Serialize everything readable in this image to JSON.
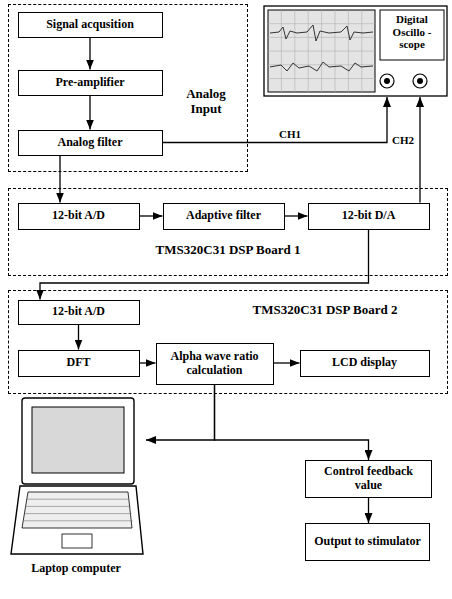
{
  "diagram": {
    "nodes": [
      {
        "text": [
          "Analog Input"
        ]
      },
      {
        "text": [
          "Signal acqusition"
        ],
        "in": 0
      },
      {
        "text": [
          "Pre-amplifier"
        ],
        "in": 0
      },
      {
        "text": [
          "Analog filter"
        ],
        "in": 0
      },
      {
        "text": [
          "Digital Oscillo -scope"
        ]
      },
      {
        "text": [
          "TMS320C31 DSP Board 1"
        ]
      },
      {
        "text": [
          "12-bit A/D"
        ],
        "in": 5
      },
      {
        "text": [
          "Adaptive filter"
        ],
        "in": 5
      },
      {
        "text": [
          "12-bit D/A"
        ],
        "in": 5
      },
      {
        "text": [
          "TMS320C31 DSP Board 2"
        ]
      },
      {
        "text": [
          "12-bit A/D"
        ],
        "in": 9
      },
      {
        "text": [
          "DFT"
        ],
        "in": 9
      },
      {
        "text": [
          "Alpha wave ratio calculation"
        ],
        "in": 9
      },
      {
        "text": [
          "LCD display"
        ],
        "in": 9
      },
      {
        "text": [
          "Laptop computer"
        ]
      },
      {
        "text": [
          "Control feedback value"
        ]
      },
      {
        "text": [
          "Output to stimulator"
        ]
      }
    ],
    "edges": [
      {
        "from": 1,
        "to": 2,
        "arrow": "to"
      },
      {
        "from": 2,
        "to": 3,
        "arrow": "to"
      },
      {
        "from": 3,
        "to": 4,
        "label": "CH1",
        "arrow": "to"
      },
      {
        "from": 3,
        "to": 6,
        "arrow": "to"
      },
      {
        "from": 6,
        "to": 7,
        "arrow": "to"
      },
      {
        "from": 7,
        "to": 8,
        "arrow": "to"
      },
      {
        "from": 8,
        "to": 4,
        "label": "CH2",
        "arrow": "to"
      },
      {
        "from": 8,
        "to": 10,
        "arrow": "to"
      },
      {
        "from": 10,
        "to": 11,
        "arrow": "to"
      },
      {
        "from": 11,
        "to": 12,
        "arrow": "to"
      },
      {
        "from": 12,
        "to": 13,
        "arrow": "to"
      },
      {
        "from": 12,
        "to": 14,
        "arrow": "to"
      },
      {
        "from": 12,
        "to": 15,
        "arrow": "to"
      },
      {
        "from": 15,
        "to": 16,
        "arrow": "to"
      }
    ]
  }
}
